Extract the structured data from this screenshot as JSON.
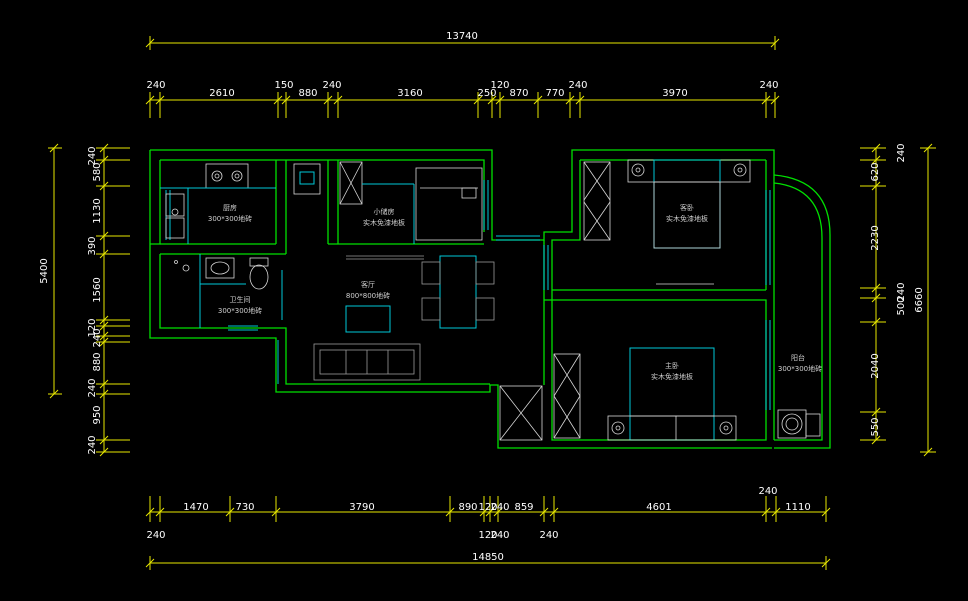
{
  "dimensions": {
    "top_total": "13740",
    "top": [
      "240",
      "2610",
      "150",
      "880",
      "240",
      "3160",
      "250",
      "120",
      "870",
      "770",
      "240",
      "3970",
      "240"
    ],
    "bottom_upper": [
      "1470",
      "730",
      "3790",
      "890",
      "120",
      "240",
      "859",
      "4601",
      "240",
      "1110"
    ],
    "bottom_lower": [
      "240",
      "120",
      "240",
      "240"
    ],
    "bottom_total": "14850",
    "left_total": "5400",
    "left": [
      "240",
      "580",
      "1130",
      "390",
      "1560",
      "120",
      "240",
      "880",
      "240",
      "950",
      "240"
    ],
    "right": [
      "240",
      "620",
      "2230",
      "240",
      "500",
      "2040",
      "550"
    ],
    "right_total": "6660"
  },
  "rooms": {
    "kitchen": {
      "name": "厨房",
      "floor": "300*300地砖"
    },
    "study": {
      "name": "小储房",
      "floor": "实木免漆地板"
    },
    "guest_room": {
      "name": "客卧",
      "floor": "实木免漆地板"
    },
    "bathroom": {
      "name": "卫生间",
      "floor": "300*300地砖"
    },
    "living": {
      "name": "客厅",
      "floor": "800*800地砖"
    },
    "master": {
      "name": "主卧",
      "floor": "实木免漆地板"
    },
    "balcony": {
      "name": "阳台",
      "floor": "300*300地砖"
    }
  },
  "colors": {
    "background": "#000000",
    "walls": "#00e000",
    "furniture": "#00c8d8",
    "dimension_lines": "#e8e800",
    "text": "#ffffff"
  }
}
